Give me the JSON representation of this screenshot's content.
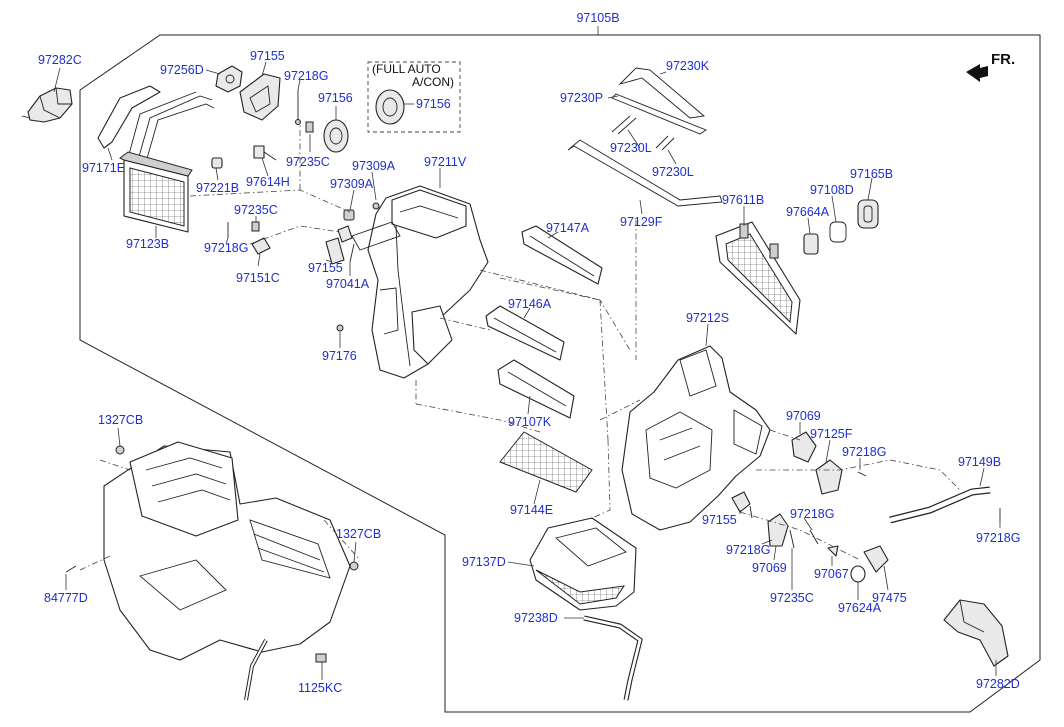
{
  "diagram": {
    "frame_label": "97105B",
    "front_label": "FR.",
    "option_box": {
      "line1": "(FULL AUTO",
      "line2": "A/CON)",
      "part": "97156"
    },
    "labels": {
      "l97282C": "97282C",
      "l97256D": "97256D",
      "l97155a": "97155",
      "l97218Ga": "97218G",
      "l97156": "97156",
      "l97171E": "97171E",
      "l97235Ca": "97235C",
      "l97309Aa": "97309A",
      "l97211V": "97211V",
      "l97221B": "97221B",
      "l97614H": "97614H",
      "l97309Ab": "97309A",
      "l97123B": "97123B",
      "l97235Cb": "97235C",
      "l97218Gb": "97218G",
      "l97151C": "97151C",
      "l97155b": "97155",
      "l97041A": "97041A",
      "l97176": "97176",
      "l97230K": "97230K",
      "l97230P": "97230P",
      "l97230La": "97230L",
      "l97230Lb": "97230L",
      "l97129F": "97129F",
      "l97147A": "97147A",
      "l97146A": "97146A",
      "l97107K": "97107K",
      "l97144E": "97144E",
      "l97611B": "97611B",
      "l97108D": "97108D",
      "l97165B": "97165B",
      "l97664A": "97664A",
      "l97212S": "97212S",
      "l97069a": "97069",
      "l97125F": "97125F",
      "l97218Gc": "97218G",
      "l97149B": "97149B",
      "l97218Gd": "97218G",
      "l97155c": "97155",
      "l97218Ge": "97218G",
      "l97069b": "97069",
      "l97067": "97067",
      "l97235Cc": "97235C",
      "l97624A": "97624A",
      "l97475": "97475",
      "l97218Gf": "97218G",
      "l1327CBa": "1327CB",
      "l1327CBb": "1327CB",
      "l84777D": "84777D",
      "l1125KC": "1125KC",
      "l97137D": "97137D",
      "l97238D": "97238D",
      "l97282D": "97282D"
    }
  }
}
